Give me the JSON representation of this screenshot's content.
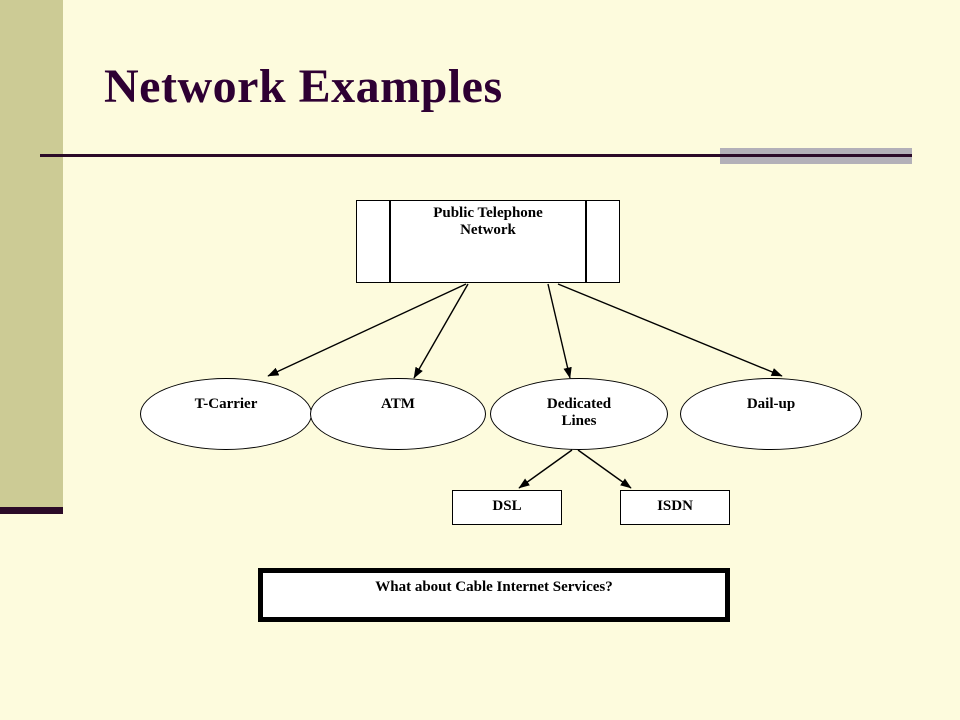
{
  "slide": {
    "title": "Network Examples",
    "background_color": "#FDFBDD",
    "accent_band_color": "#CCCB95",
    "accent_bar_color": "#2B0A28",
    "rule_color": "#2B0A28",
    "rule_accent_color": "#B3B0B8",
    "title_color": "#2E0033"
  },
  "diagram": {
    "root": {
      "label": "Public Telephone\nNetwork",
      "line1": "Public Telephone",
      "line2": "Network",
      "shape": "process-box"
    },
    "branches": [
      {
        "label": "T-Carrier",
        "shape": "ellipse"
      },
      {
        "label": "ATM",
        "shape": "ellipse"
      },
      {
        "label": "Dedicated\nLines",
        "line1": "Dedicated",
        "line2": "Lines",
        "shape": "ellipse"
      },
      {
        "label": "Dail-up",
        "shape": "ellipse"
      }
    ],
    "sub_branches": [
      {
        "label": "DSL",
        "shape": "rect",
        "parent": "Dedicated Lines"
      },
      {
        "label": "ISDN",
        "shape": "rect",
        "parent": "Dedicated Lines"
      }
    ],
    "question": {
      "label": "What about Cable Internet Services?",
      "shape": "thick-rect"
    },
    "edge_color": "#000000"
  }
}
